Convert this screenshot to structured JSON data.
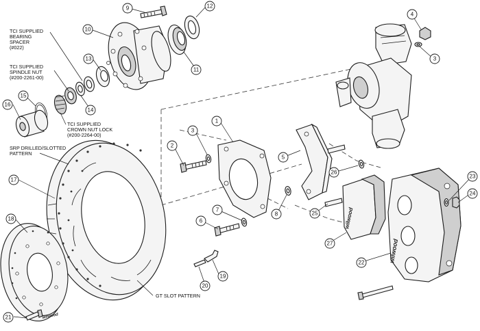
{
  "notes": {
    "bearing_spacer": [
      "TCI SUPPLIED",
      "BEARING",
      "SPACER",
      "(#022)"
    ],
    "spindle_nut": [
      "TCI SUPPLIED",
      "SPINDLE NUT",
      "(#200-2261-00)"
    ],
    "crown_nut_lock": [
      "TCI SUPPLIED",
      "CROWN NUT LOCK",
      "(#200-2264-00)"
    ],
    "srp_pattern": [
      "SRP DRILLED/SLOTTED",
      "PATTERN"
    ],
    "gt_slot_pattern": "GT SLOT PATTERN"
  },
  "brand_marks": {
    "pads": "wilwood",
    "caliper": "wilwood",
    "hat": "wilwood"
  },
  "callouts": [
    "1",
    "2",
    "3",
    "3",
    "4",
    "5",
    "6",
    "7",
    "8",
    "9",
    "10",
    "11",
    "12",
    "13",
    "14",
    "15",
    "16",
    "17",
    "18",
    "19",
    "20",
    "21",
    "22",
    "23",
    "24",
    "25",
    "26",
    "27"
  ]
}
